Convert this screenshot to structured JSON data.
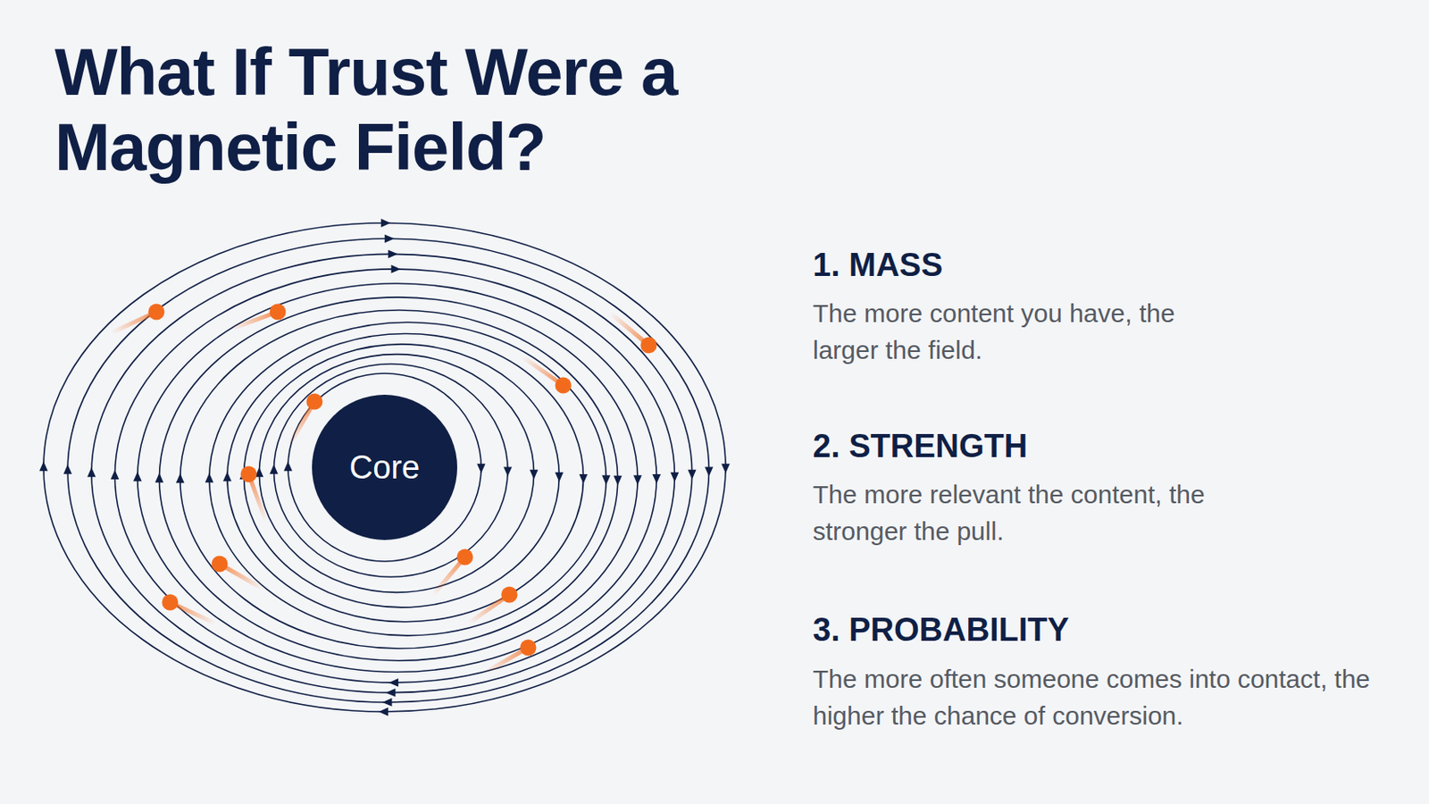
{
  "diagram": {
    "title": "What If Trust Were a Magnetic Field?",
    "nodes": [
      {
        "text": [
          "Core"
        ]
      }
    ],
    "edges": [],
    "labels": [
      "1. MASS",
      "The more content you have, the larger the field.",
      "2. STRENGTH",
      "The more relevant the content, the stronger the pull.",
      "3. PROBABILITY",
      "The more often someone comes into contact, the higher the chance of conversion."
    ]
  }
}
